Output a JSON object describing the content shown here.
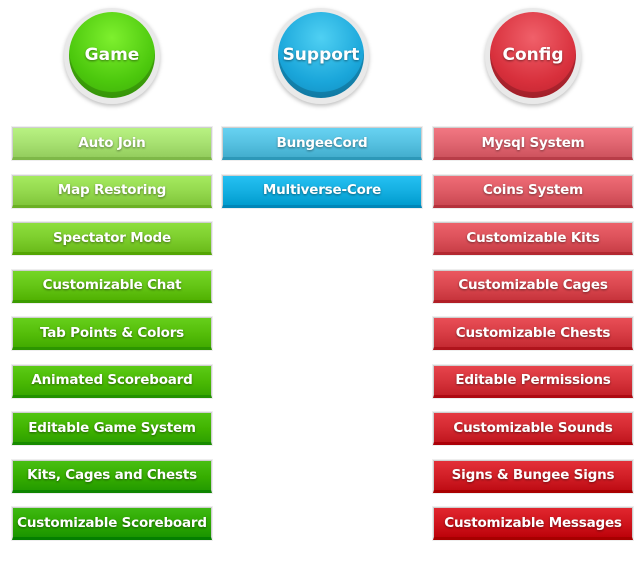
{
  "columns": [
    {
      "title": "Game",
      "items": [
        "Auto Join",
        "Map Restoring",
        "Spectator Mode",
        "Customizable Chat",
        "Tab Points & Colors",
        "Animated Scoreboard",
        "Editable Game System",
        "Kits, Cages and Chests",
        "Customizable Scoreboard"
      ]
    },
    {
      "title": "Support",
      "items": [
        "BungeeCord",
        "Multiverse-Core"
      ]
    },
    {
      "title": "Config",
      "items": [
        "Mysql System",
        "Coins System",
        "Customizable Kits",
        "Customizable Cages",
        "Customizable Chests",
        "Editable Permissions",
        "Customizable Sounds",
        "Signs & Bungee Signs",
        "Customizable Messages"
      ]
    }
  ],
  "colors": {
    "game_gradient": [
      "#a6e070",
      "#93d84d",
      "#7ccd2c",
      "#63c414",
      "#54bd09",
      "#4ab904",
      "#40b300",
      "#36ad00",
      "#2ca700"
    ],
    "support_gradient": [
      "#55c0e0",
      "#13aee0"
    ],
    "config_gradient": [
      "#e06570",
      "#dd5a64",
      "#db5059",
      "#d9464e",
      "#d73c44",
      "#d5323a",
      "#d32830",
      "#d11e26",
      "#cf141c"
    ]
  }
}
